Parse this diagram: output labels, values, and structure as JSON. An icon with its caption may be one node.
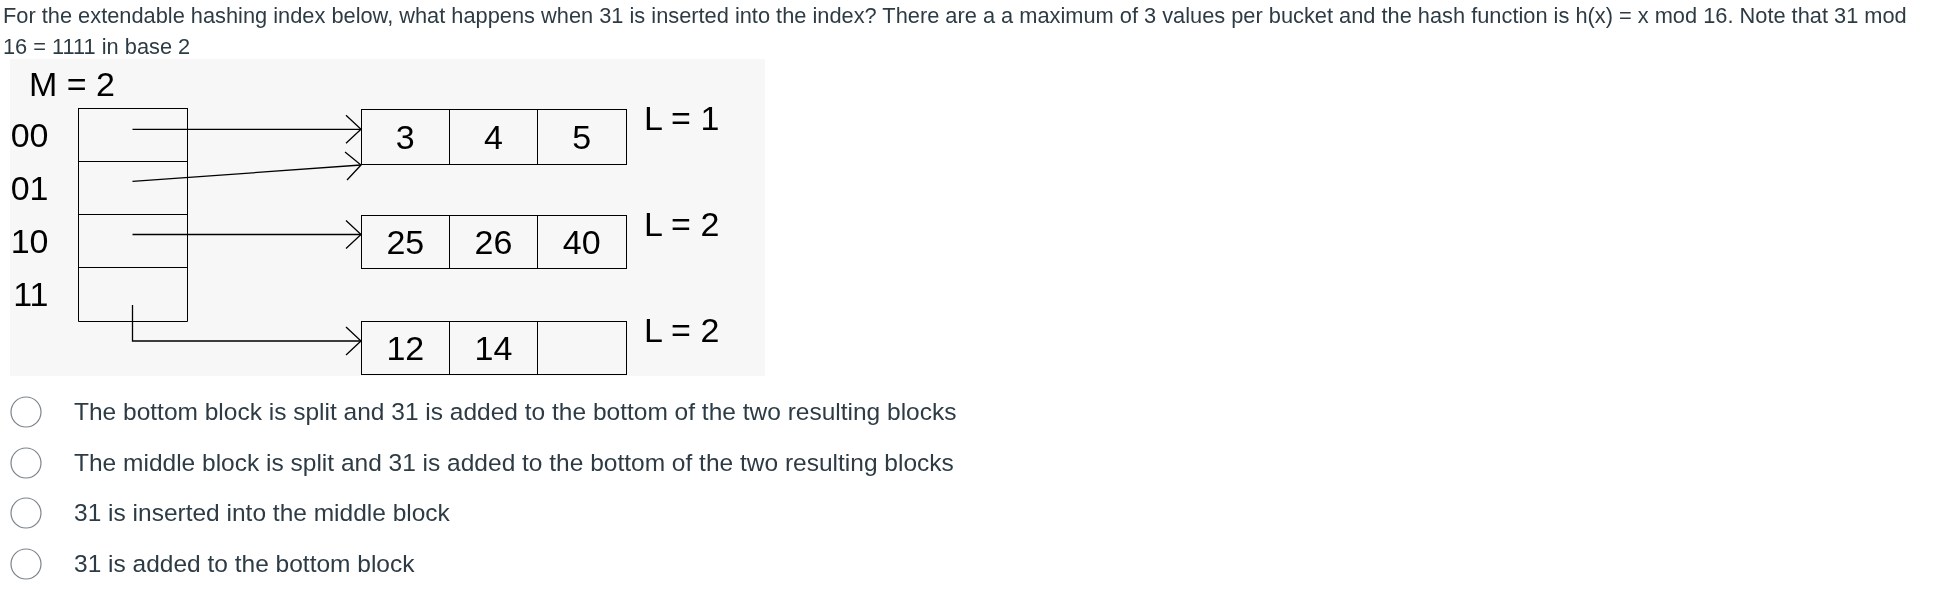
{
  "diagram": {
    "title": "For the extendable hashing index below, what happens when 31 is inserted into the index? There are a a maximum of 3 values per bucket and the hash function is h(x) = x mod 16. Note that 31 mod 16 = 1111 in base 2",
    "nodes": [
      {
        "text": [],
        "shape": "box",
        "beside": [
          "M = 2"
        ]
      },
      {
        "text": [],
        "shape": "box",
        "in": 0,
        "beside": [
          "00"
        ]
      },
      {
        "text": [],
        "shape": "box",
        "in": 0,
        "beside": [
          "01"
        ]
      },
      {
        "text": [],
        "shape": "box",
        "in": 0,
        "beside": [
          "10"
        ]
      },
      {
        "text": [],
        "shape": "box",
        "in": 0,
        "beside": [
          "11"
        ]
      },
      {
        "text": [],
        "shape": "box",
        "beside": [
          "L = 1"
        ]
      },
      {
        "text": [
          "3"
        ],
        "in": 5
      },
      {
        "text": [
          "4"
        ],
        "in": 5
      },
      {
        "text": [
          "5"
        ],
        "in": 5
      },
      {
        "text": [],
        "shape": "box",
        "beside": [
          "L = 2"
        ]
      },
      {
        "text": [
          "25"
        ],
        "in": 9
      },
      {
        "text": [
          "26"
        ],
        "in": 9
      },
      {
        "text": [
          "40"
        ],
        "in": 9
      },
      {
        "text": [],
        "shape": "box",
        "beside": [
          "L = 2"
        ]
      },
      {
        "text": [
          "12"
        ],
        "in": 13
      },
      {
        "text": [
          "14"
        ],
        "in": 13
      },
      {
        "text": [],
        "shape": "box",
        "in": 13
      }
    ],
    "edges": [
      {
        "from": 1,
        "to": 5,
        "arrow": "to"
      },
      {
        "from": 2,
        "to": 5,
        "arrow": "to"
      },
      {
        "from": 3,
        "to": 9,
        "arrow": "to"
      },
      {
        "from": 4,
        "to": 13,
        "arrow": "to"
      }
    ],
    "labels": [
      "The bottom block is split and 31 is added to the bottom of the two resulting blocks",
      "The middle block is split and 31 is added to the bottom of the two resulting blocks",
      "31 is inserted into the middle block",
      "31 is added to the bottom block"
    ]
  }
}
